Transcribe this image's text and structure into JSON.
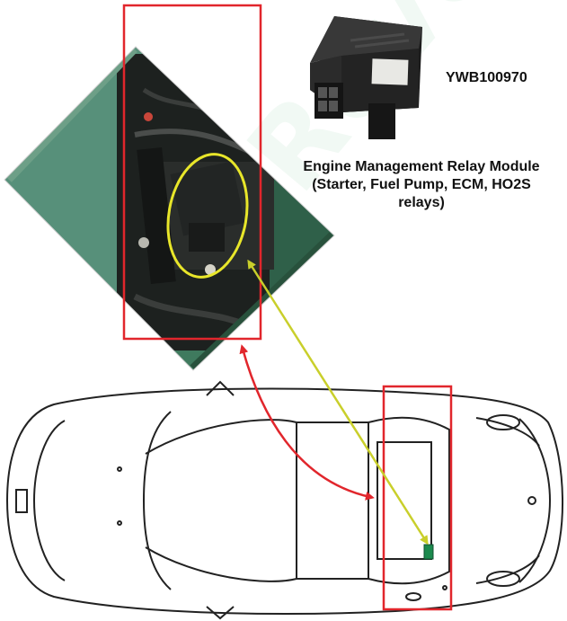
{
  "watermark": "Roverlike",
  "part_number": "YWB100970",
  "caption": {
    "line1": "Engine Management Relay Module",
    "line2": "(Starter, Fuel Pump, ECM, HO2S",
    "line3": "relays)"
  },
  "colors": {
    "highlight_box": "#e1262c",
    "location_arrow": "#e1262c",
    "module_circle": "#e8e62a",
    "pointer_arrow": "#c9cf2b",
    "car_outline": "#222222",
    "relay_marker": "#1c8a4e"
  }
}
